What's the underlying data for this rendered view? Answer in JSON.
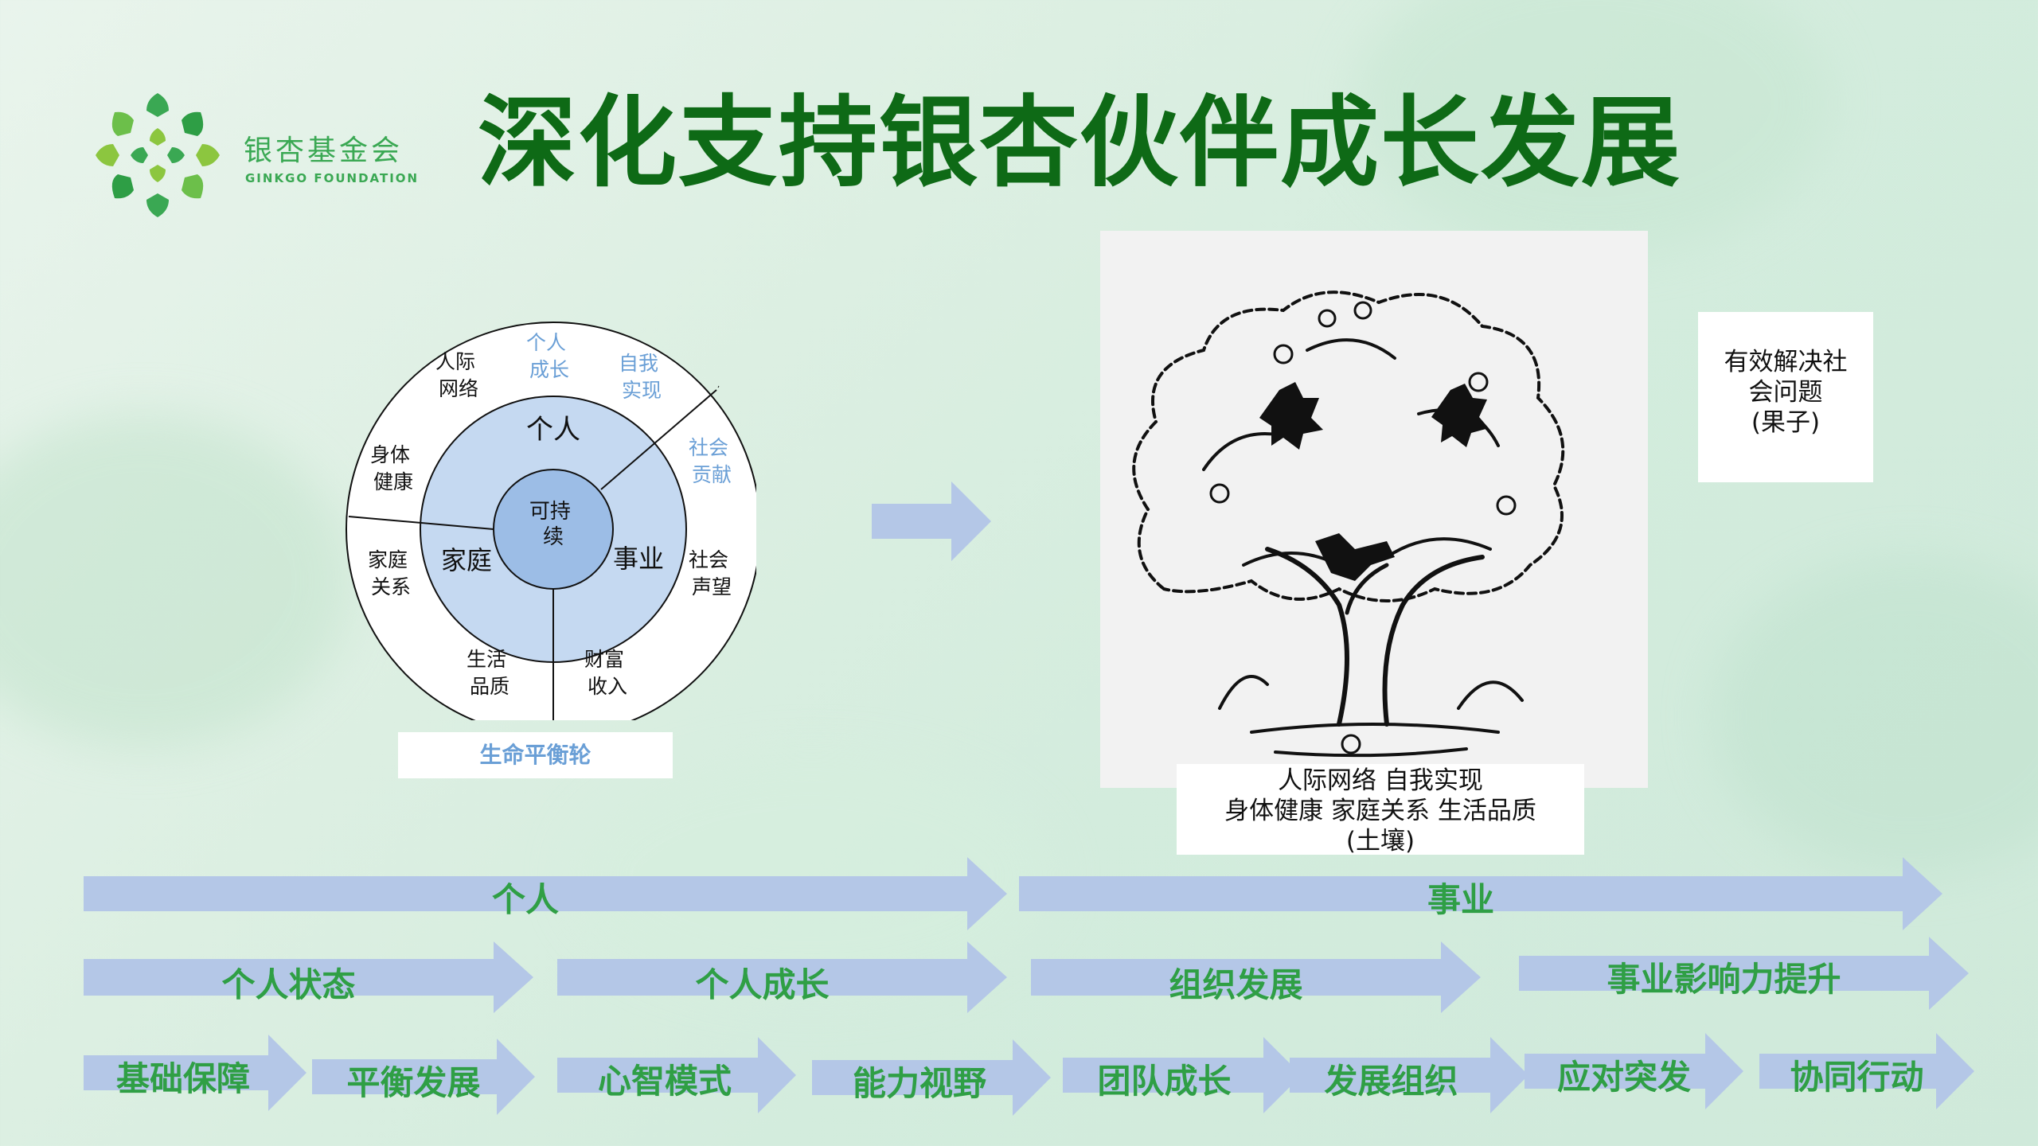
{
  "logo": {
    "name_cn": "银杏基金会",
    "name_en": "GINKGO FOUNDATION"
  },
  "title": "深化支持银杏伙伴成长发展",
  "wheel": {
    "center": [
      "可持",
      "续"
    ],
    "inner": {
      "top": "个人",
      "left": "家庭",
      "right": "事业"
    },
    "outer": {
      "people": [
        "人际",
        "网络"
      ],
      "growth": [
        "个人",
        "成长"
      ],
      "self": [
        "自我",
        "实现"
      ],
      "contribution": [
        "社会",
        "贡献"
      ],
      "body": [
        "身体",
        "健康"
      ],
      "family": [
        "家庭",
        "关系"
      ],
      "reputation": [
        "社会",
        "声望"
      ],
      "life": [
        "生活",
        "品质"
      ],
      "wealth": [
        "财富",
        "收入"
      ]
    },
    "caption": "生命平衡轮"
  },
  "fruit": [
    "有效解决社",
    "会问题",
    "(果子)"
  ],
  "soil": [
    "人际网络  自我实现",
    "身体健康 家庭关系 生活品质",
    "(土壤)"
  ],
  "arrows": {
    "row1": [
      "个人",
      "事业"
    ],
    "row2": [
      "个人状态",
      "个人成长",
      "组织发展",
      "事业影响力提升"
    ],
    "row3": [
      "基础保障",
      "平衡发展",
      "心智模式",
      "能力视野",
      "团队成长",
      "发展组织",
      "应对突发",
      "协同行动"
    ]
  },
  "colors": {
    "title": "#0e6a16",
    "arrow_fill": "#b4c7e7",
    "arrow_text": "#2f9f45",
    "wheel_inner": "#c5d9f1",
    "wheel_center": "#9cbde6",
    "wheel_highlight_text": "#6a9fd6"
  }
}
